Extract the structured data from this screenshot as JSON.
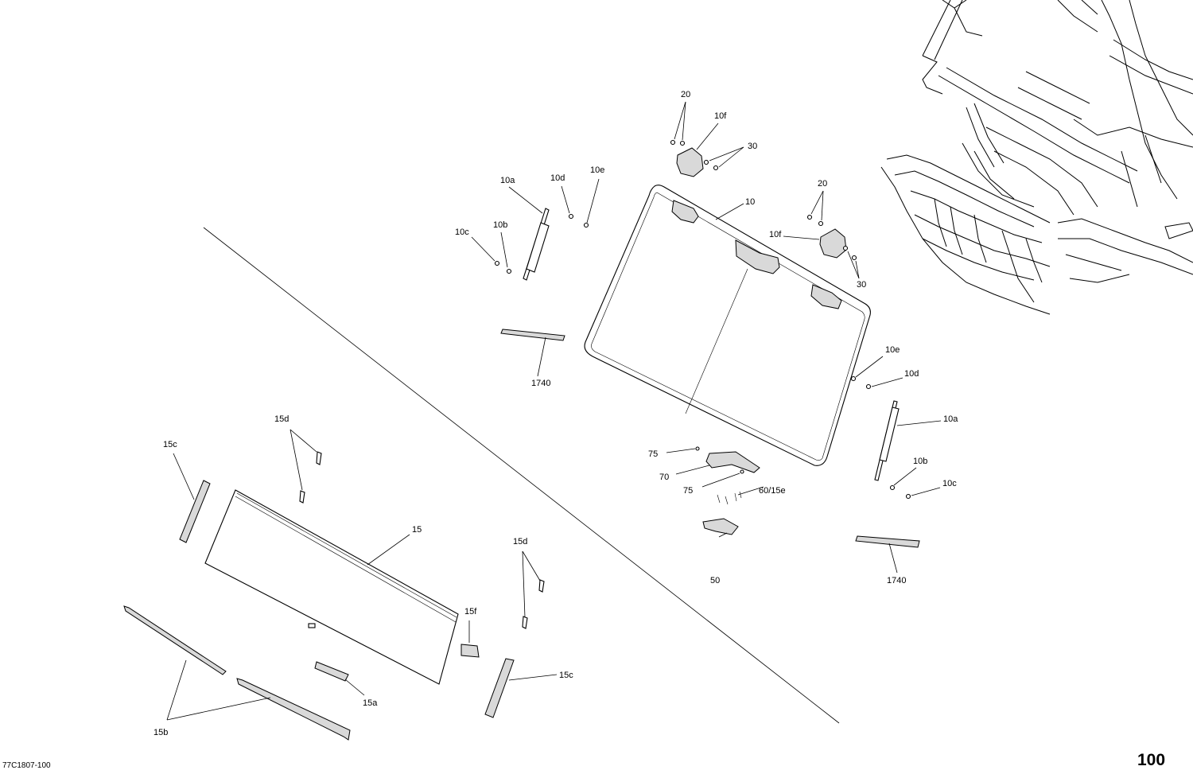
{
  "diagram_id": "77C1807-100",
  "page_number": "100",
  "callouts": {
    "c20_top": "20",
    "c10f_top": "10f",
    "c30_top": "30",
    "c10": "10",
    "c20_right": "20",
    "c10f_right": "10f",
    "c30_right": "30",
    "c10a_left": "10a",
    "c10d_left": "10d",
    "c10e_left": "10e",
    "c10c_left": "10c",
    "c10b_left": "10b",
    "c1740_left": "1740",
    "c10e_right": "10e",
    "c10d_right": "10d",
    "c10a_right": "10a",
    "c10b_right": "10b",
    "c10c_right": "10c",
    "c75_a": "75",
    "c70": "70",
    "c75_b": "75",
    "c60_15e": "60/15e",
    "c50": "50",
    "c1740_right": "1740",
    "c15d_top": "15d",
    "c15c_left": "15c",
    "c15": "15",
    "c15d_mid": "15d",
    "c15f": "15f",
    "c15c_right": "15c",
    "c15a": "15a",
    "c15b": "15b"
  }
}
